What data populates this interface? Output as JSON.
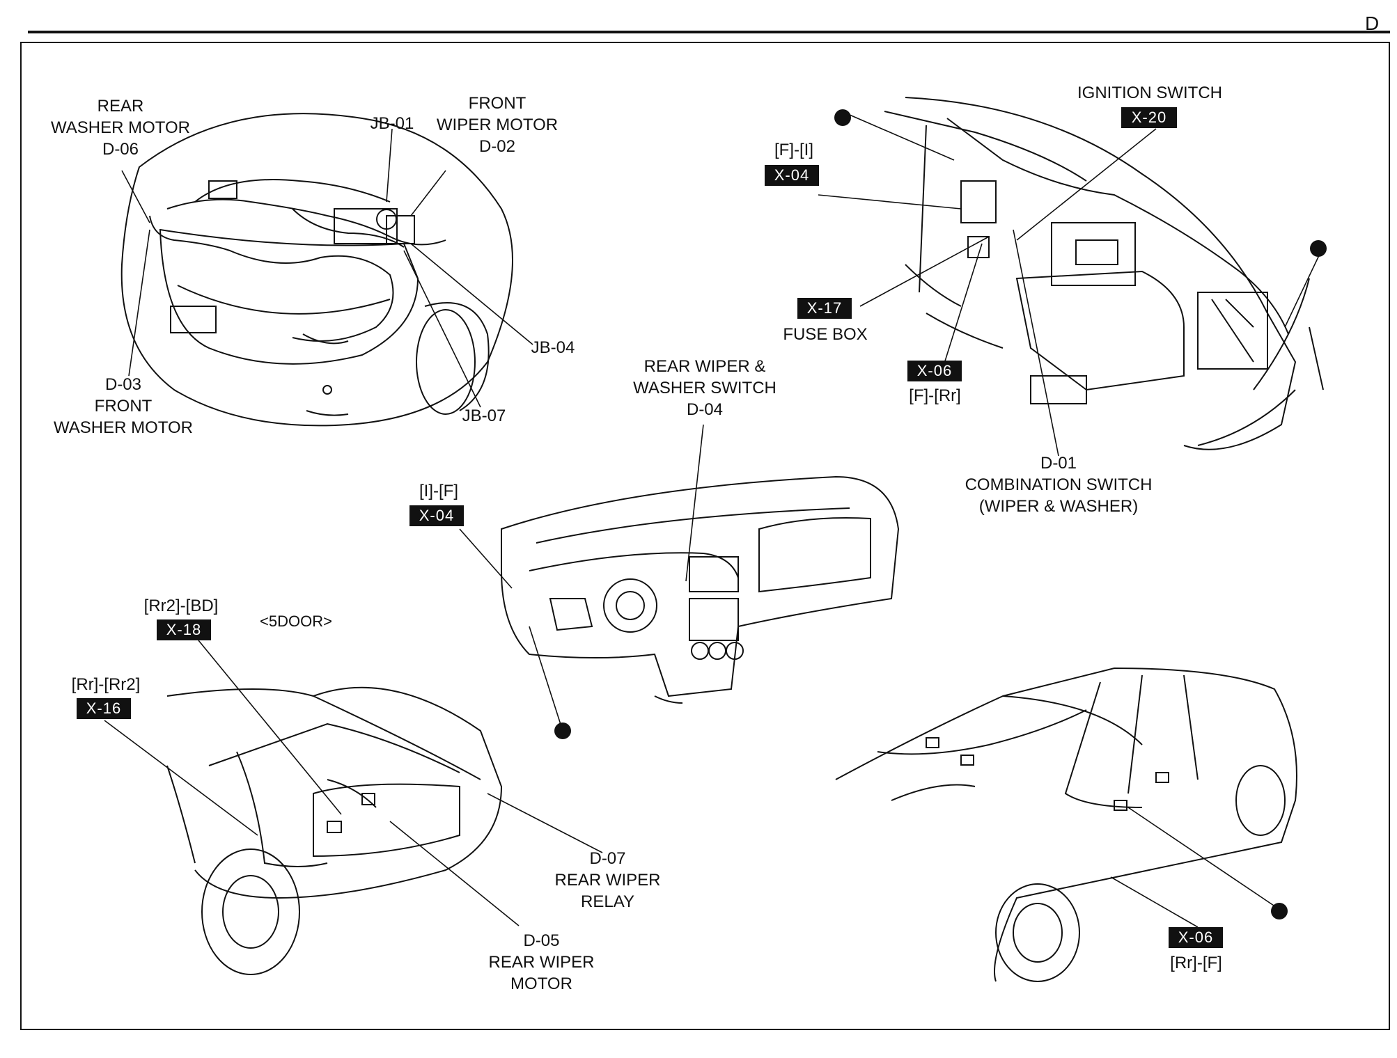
{
  "header": {
    "page_letter": "D"
  },
  "labels": {
    "rear_washer_motor": [
      "REAR",
      "WASHER MOTOR",
      "D-06"
    ],
    "jb01": "JB-01",
    "front_wiper_motor": [
      "FRONT",
      "WIPER MOTOR",
      "D-02"
    ],
    "jb04": "JB-04",
    "jb07": "JB-07",
    "front_washer_motor": [
      "D-03",
      "FRONT",
      "WASHER MOTOR"
    ],
    "ignition_switch": {
      "title": "IGNITION SWITCH",
      "tag": "X-20"
    },
    "f_i": {
      "pin": "[F]-[I]",
      "tag": "X-04"
    },
    "fuse_box": {
      "tag": "X-17",
      "name": "FUSE BOX"
    },
    "f_rr": {
      "tag": "X-06",
      "pin": "[F]-[Rr]"
    },
    "combination_switch": [
      "D-01",
      "COMBINATION SWITCH",
      "(WIPER & WASHER)"
    ],
    "rear_wiper_washer_switch": [
      "REAR WIPER &",
      "WASHER SWITCH",
      "D-04"
    ],
    "i_f": {
      "pin": "[I]-[F]",
      "tag": "X-04"
    },
    "rr2_bd": {
      "pin": "[Rr2]-[BD]",
      "tag": "X-18"
    },
    "five_door": "<5DOOR>",
    "rr_rr2": {
      "pin": "[Rr]-[Rr2]",
      "tag": "X-16"
    },
    "rear_wiper_relay": [
      "D-07",
      "REAR WIPER",
      "RELAY"
    ],
    "rear_wiper_motor": [
      "D-05",
      "REAR WIPER",
      "MOTOR"
    ],
    "rr_f": {
      "tag": "X-06",
      "pin": "[Rr]-[F]"
    }
  }
}
